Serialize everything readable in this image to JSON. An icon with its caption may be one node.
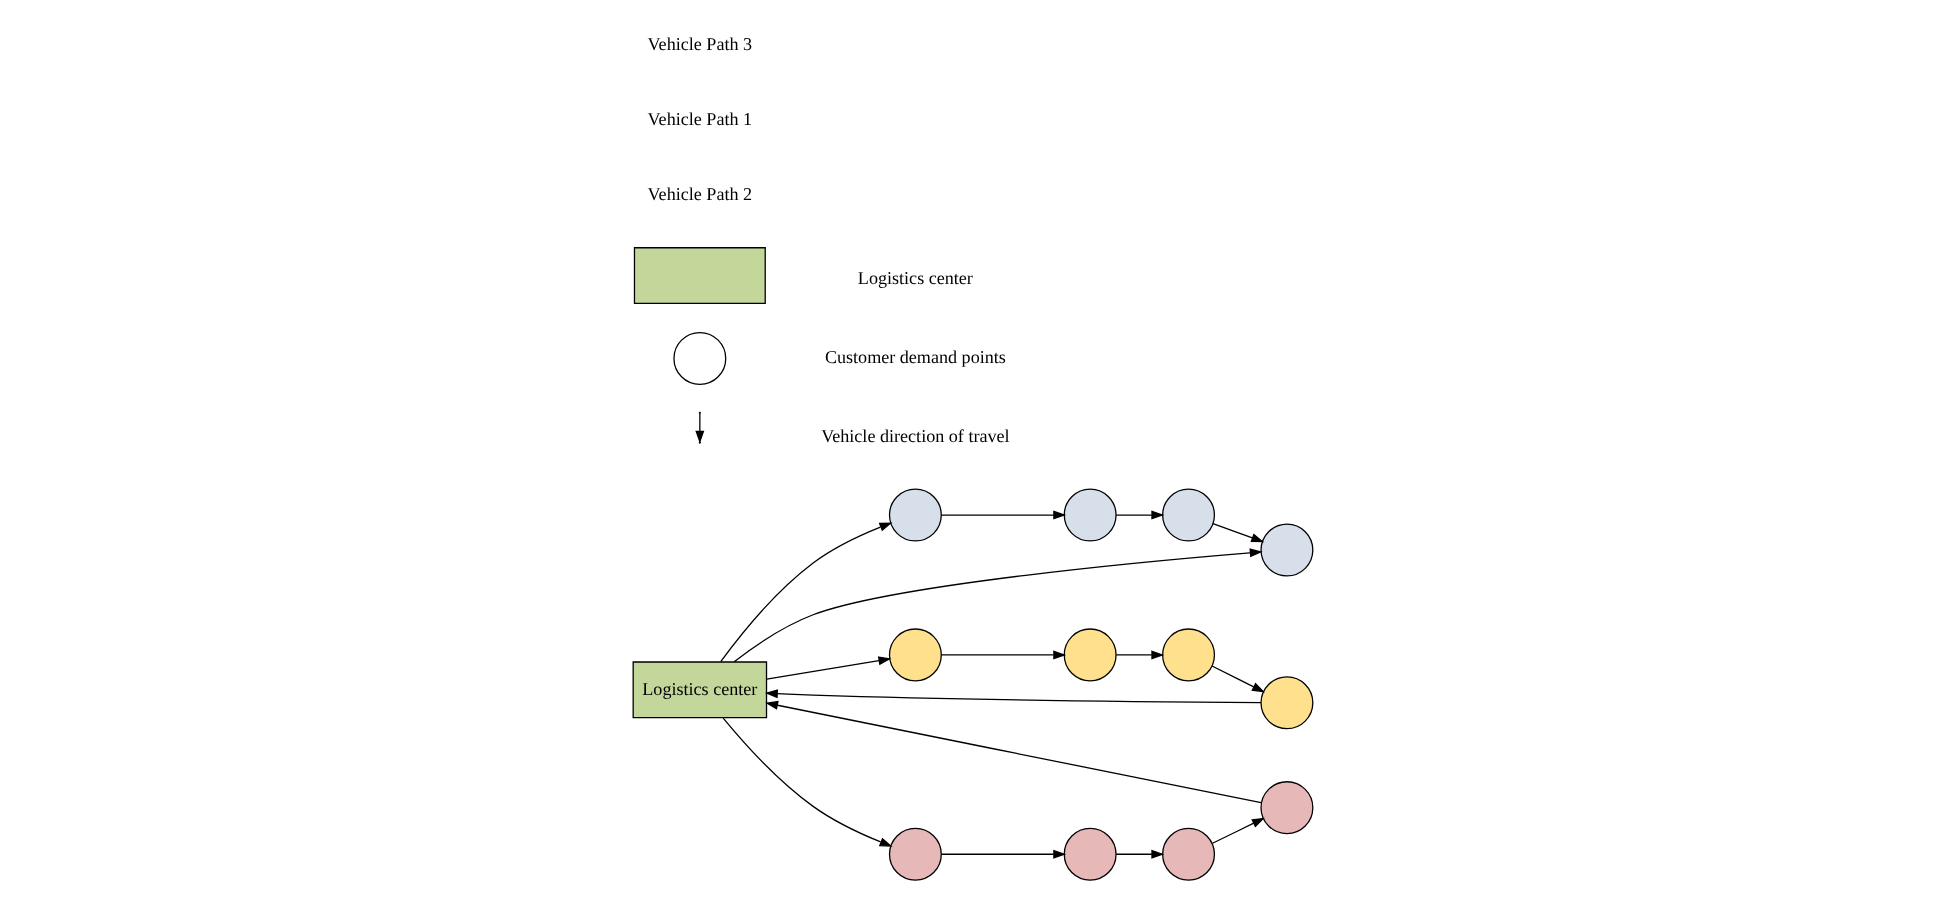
{
  "diagram": {
    "nodes": [
      {
        "text": [
          "Logistics center"
        ]
      },
      {
        "text": [],
        "shape": "circle"
      },
      {
        "text": [],
        "shape": "circle"
      },
      {
        "text": [],
        "shape": "circle"
      },
      {
        "text": [],
        "shape": "circle"
      },
      {
        "text": [],
        "shape": "circle"
      },
      {
        "text": [],
        "shape": "circle"
      },
      {
        "text": [],
        "shape": "circle"
      },
      {
        "text": [],
        "shape": "circle"
      },
      {
        "text": [],
        "shape": "circle"
      },
      {
        "text": [],
        "shape": "circle"
      },
      {
        "text": [],
        "shape": "circle"
      },
      {
        "text": [],
        "shape": "circle"
      },
      {
        "text": [],
        "shape": "box"
      },
      {
        "text": [],
        "shape": "circle"
      }
    ],
    "edges": [
      {
        "from": 0,
        "to": 1,
        "arrow": "to"
      },
      {
        "from": 1,
        "to": 2,
        "arrow": "to"
      },
      {
        "from": 2,
        "to": 3,
        "arrow": "to"
      },
      {
        "from": 3,
        "to": 4,
        "arrow": "to"
      },
      {
        "from": 4,
        "to": 0,
        "arrow": "to"
      },
      {
        "from": 0,
        "to": 5,
        "arrow": "to"
      },
      {
        "from": 5,
        "to": 6,
        "arrow": "to"
      },
      {
        "from": 6,
        "to": 7,
        "arrow": "to"
      },
      {
        "from": 7,
        "to": 8,
        "arrow": "to"
      },
      {
        "from": 0,
        "to": 8,
        "arrow": "to"
      },
      {
        "from": 0,
        "to": 9,
        "arrow": "to"
      },
      {
        "from": 9,
        "to": 10,
        "arrow": "to"
      },
      {
        "from": 10,
        "to": 11,
        "arrow": "to"
      },
      {
        "from": 11,
        "to": 12,
        "arrow": "to"
      },
      {
        "from": 12,
        "to": 0,
        "arrow": "to"
      }
    ],
    "labels": [
      "Vehicle Path 2",
      "Vehicle Path 1",
      "Vehicle Path 3"
    ],
    "legend": [
      {
        "text": "Logistics center"
      },
      {
        "text": "Customer demand points"
      },
      {
        "text": "Vehicle direction of travel"
      }
    ]
  }
}
